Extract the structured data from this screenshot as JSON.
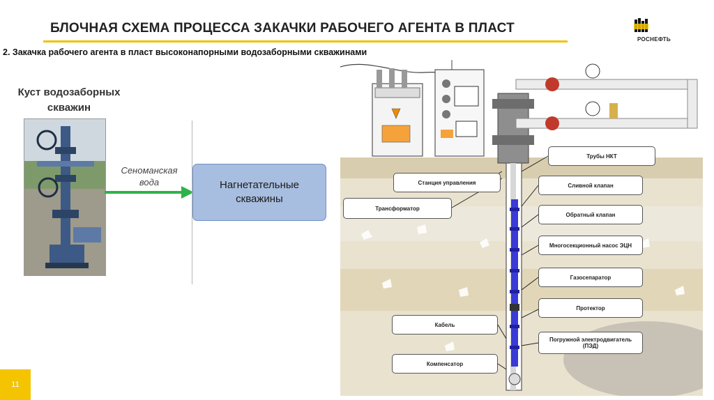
{
  "header": {
    "title": "БЛОЧНАЯ СХЕМА ПРОЦЕССА ЗАКАЧКИ РАБОЧЕГО АГЕНТА В ПЛАСТ",
    "subtitle": "2. Закачка рабочего агента в пласт высоконапорными водозаборными скважинами",
    "logo_text": "РОСНЕФТЬ"
  },
  "left": {
    "cluster_label": "Куст водозаборных скважин",
    "arrow_label": "Сеноманская вода",
    "box_label": "Нагнетательные скважины"
  },
  "diagram": {
    "labels": {
      "tubing": "Трубы НКТ",
      "drain_valve": "Сливной клапан",
      "check_valve": "Обратный клапан",
      "pump": "Многосекционный насос ЭЦН",
      "gas_separator": "Газосепаратор",
      "protector": "Протектор",
      "motor": "Погружной электродвигатель (ПЭД)",
      "control_station": "Станция управления",
      "transformer": "Трансформатор",
      "cable": "Кабель",
      "compensator": "Компенсатор"
    }
  },
  "footer": {
    "slide_number": "11"
  },
  "colors": {
    "accent": "#f2c200",
    "box_fill": "#a8bee0",
    "arrow": "#2db34a",
    "pump_blue": "#3a3ad6"
  }
}
